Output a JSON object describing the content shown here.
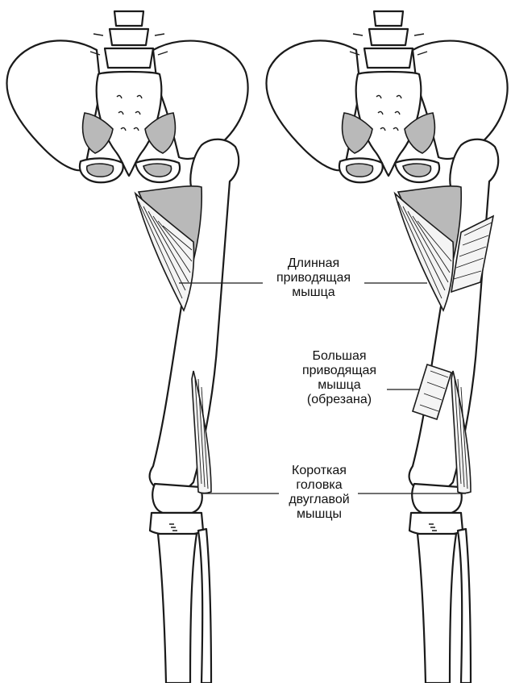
{
  "labels": {
    "long_adductor": [
      "Длинная",
      "приводящая",
      "мышца"
    ],
    "great_adductor": [
      "Большая",
      "приводящая",
      "мышца",
      "(обрезана)"
    ],
    "biceps_short_head": [
      "Короткая",
      "головка",
      "двуглавой",
      "мышцы"
    ]
  },
  "colors": {
    "line": "#1a1a1a",
    "shade": "#b9b9b9",
    "background": "#ffffff"
  }
}
